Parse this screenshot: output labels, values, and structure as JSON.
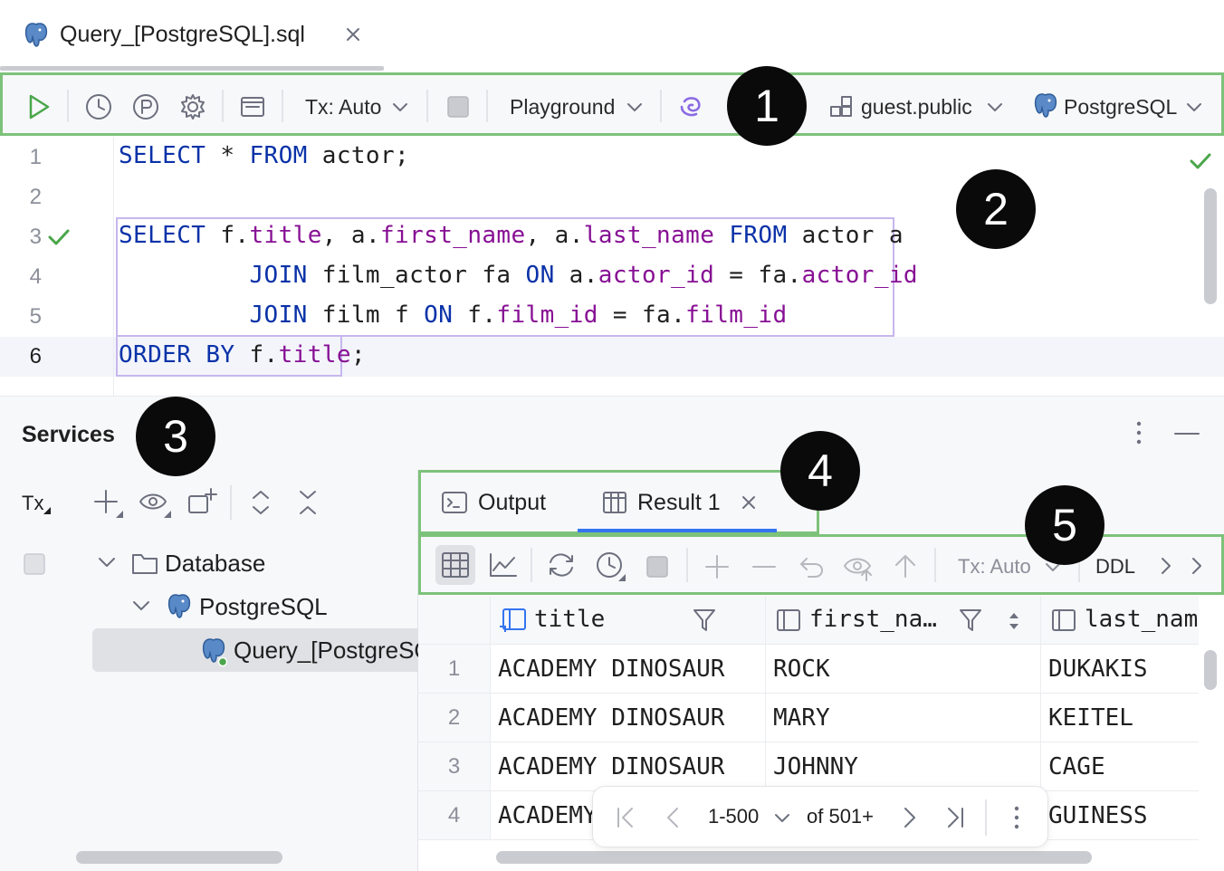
{
  "tab": {
    "title": "Query_[PostgreSQL].sql"
  },
  "toolbar": {
    "tx_mode": "Tx: Auto",
    "playground": "Playground",
    "schema": "guest.public",
    "datasource": "PostgreSQL"
  },
  "editor": {
    "line_numbers": [
      "1",
      "2",
      "3",
      "4",
      "5",
      "6"
    ],
    "lines": [
      [
        {
          "t": "SELECT",
          "c": "kw"
        },
        {
          "t": " * ",
          "c": ""
        },
        {
          "t": "FROM",
          "c": "kw"
        },
        {
          "t": " actor;",
          "c": ""
        }
      ],
      [],
      [
        {
          "t": "SELECT",
          "c": "kw"
        },
        {
          "t": " f.",
          "c": ""
        },
        {
          "t": "title",
          "c": "fld"
        },
        {
          "t": ", a.",
          "c": ""
        },
        {
          "t": "first_name",
          "c": "fld"
        },
        {
          "t": ", a.",
          "c": ""
        },
        {
          "t": "last_name",
          "c": "fld"
        },
        {
          "t": " ",
          "c": ""
        },
        {
          "t": "FROM",
          "c": "kw"
        },
        {
          "t": " actor a",
          "c": ""
        }
      ],
      [
        {
          "t": "         ",
          "c": ""
        },
        {
          "t": "JOIN",
          "c": "kw"
        },
        {
          "t": " film_actor fa ",
          "c": ""
        },
        {
          "t": "ON",
          "c": "kw"
        },
        {
          "t": " a.",
          "c": ""
        },
        {
          "t": "actor_id",
          "c": "fld"
        },
        {
          "t": " = fa.",
          "c": ""
        },
        {
          "t": "actor_id",
          "c": "fld"
        }
      ],
      [
        {
          "t": "         ",
          "c": ""
        },
        {
          "t": "JOIN",
          "c": "kw"
        },
        {
          "t": " film f ",
          "c": ""
        },
        {
          "t": "ON",
          "c": "kw"
        },
        {
          "t": " f.",
          "c": ""
        },
        {
          "t": "film_id",
          "c": "fld"
        },
        {
          "t": " = fa.",
          "c": ""
        },
        {
          "t": "film_id",
          "c": "fld"
        }
      ],
      [
        {
          "t": "ORDER BY",
          "c": "kw"
        },
        {
          "t": " f.",
          "c": ""
        },
        {
          "t": "title",
          "c": "fld"
        },
        {
          "t": ";",
          "c": ""
        }
      ]
    ]
  },
  "services": {
    "title": "Services",
    "tx_label": "Tx",
    "tree": {
      "database": "Database",
      "postgres": "PostgreSQL",
      "query": "Query_[PostgreSQL]"
    }
  },
  "results": {
    "tab_output": "Output",
    "tab_result": "Result 1",
    "tx_mode": "Tx: Auto",
    "ddl": "DDL",
    "columns": [
      "title",
      "first_na…",
      "last_nam"
    ],
    "row_numbers": [
      "1",
      "2",
      "3",
      "4"
    ],
    "rows": [
      [
        "ACADEMY DINOSAUR",
        "ROCK",
        "DUKAKIS"
      ],
      [
        "ACADEMY DINOSAUR",
        "MARY",
        "KEITEL"
      ],
      [
        "ACADEMY DINOSAUR",
        "JOHNNY",
        "CAGE"
      ],
      [
        "ACADEMY",
        "",
        "GUINESS"
      ]
    ],
    "pager": {
      "range": "1-500",
      "total": "of 501+"
    }
  },
  "callouts": [
    "1",
    "2",
    "3",
    "4",
    "5"
  ],
  "colors": {
    "callout_border": "#7dc27a",
    "keyword": "#0a32a8",
    "field": "#871094",
    "run_green": "#4aa64a",
    "ai_purple": "#8a6be3"
  }
}
